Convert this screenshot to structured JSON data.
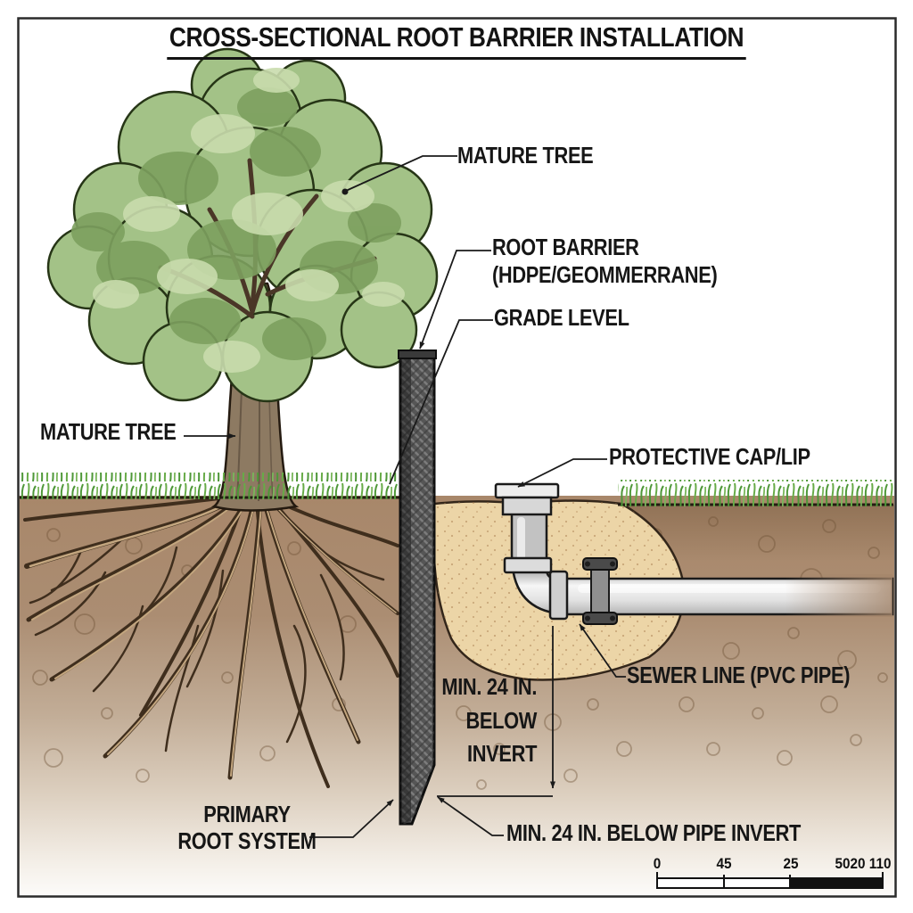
{
  "title": "CROSS-SECTIONAL ROOT BARRIER INSTALLATION",
  "labels": {
    "mature_tree_canopy": "MATURE TREE",
    "root_barrier": {
      "line1": "ROOT BARRIER",
      "line2": "(HDPE/GEOMMERRANE)"
    },
    "grade_level": "GRADE LEVEL",
    "mature_tree_trunk": "MATURE TREE",
    "protective_cap": "PROTECTIVE CAP/LIP",
    "sewer_line": "SEWER LINE (PVC PIPE)",
    "min_depth": {
      "line1": "MIN. 24 IN.",
      "line2": "BELOW",
      "line3": "INVERT"
    },
    "primary_root_system": {
      "line1": "PRIMARY",
      "line2": "ROOT SYSTEM"
    },
    "min_depth_pipe": "MIN. 24 IN. BELOW PIPE INVERT"
  },
  "scale_bar": {
    "ticks": [
      "0",
      "45",
      "25",
      "5020 110"
    ]
  },
  "colors": {
    "canopy_green": "#a3c287",
    "canopy_dark": "#7da05f",
    "trunk_brown": "#8d7a62",
    "soil_brown": "#a5866b",
    "trench_sand": "#ecd5a7",
    "grass_green": "#4e9738",
    "barrier_gray": "#565656",
    "pipe_gray": "#e0e0e0",
    "ink": "#1a1a1a"
  }
}
